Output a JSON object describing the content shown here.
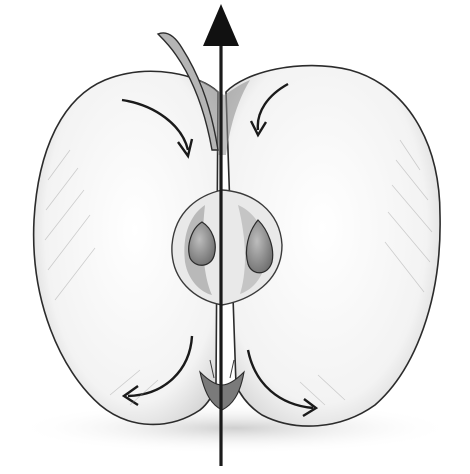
{
  "illustration": {
    "subject": "apple-cross-section-sketch",
    "style": "pencil-drawing",
    "parts": [
      "stem",
      "left-half",
      "right-half",
      "core",
      "left-seed",
      "right-seed",
      "calyx",
      "shadow"
    ],
    "annotations": {
      "axis": {
        "kind": "vertical-axis-arrow",
        "direction": "up"
      },
      "flow_arrows": [
        {
          "id": "top-left",
          "direction": "down-curving"
        },
        {
          "id": "top-right",
          "direction": "down-curving"
        },
        {
          "id": "bottom-left",
          "direction": "left-curving"
        },
        {
          "id": "bottom-right",
          "direction": "right-curving"
        }
      ]
    },
    "colors": {
      "background": "#ffffff",
      "ink": "#1a1a1a",
      "pencil_shade": "#6f6f6f",
      "seed": "#8a8a8a",
      "shadow": "#d6d6d6"
    }
  }
}
